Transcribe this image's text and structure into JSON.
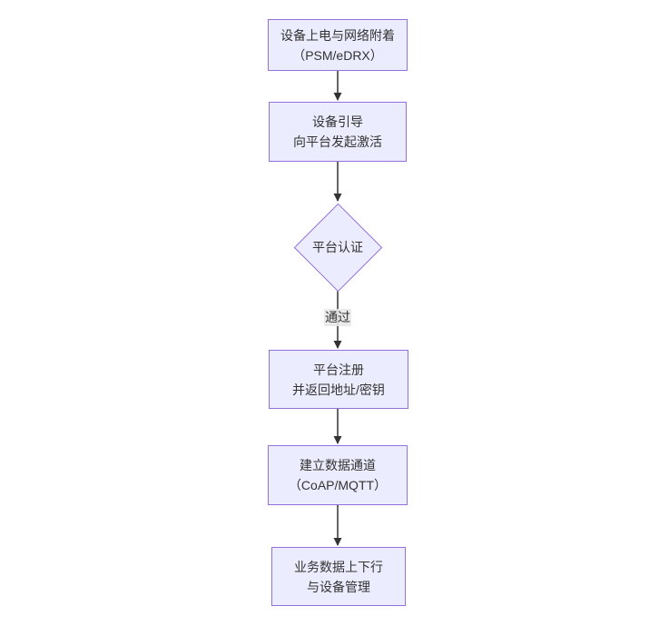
{
  "diagram": {
    "type": "flowchart-top-down",
    "colors": {
      "background": "#ffffff",
      "node_fill": "#ECECFF",
      "node_border": "#9370DB",
      "line_color": "#333333",
      "text_color": "#333333",
      "edge_label_bg": "#e8e8e8"
    },
    "nodes": [
      {
        "id": "power",
        "shape": "rect",
        "line1": "设备上电与网络附着",
        "line2": "（PSM/eDRX）"
      },
      {
        "id": "boot",
        "shape": "rect",
        "line1": "设备引导",
        "line2": "向平台发起激活"
      },
      {
        "id": "auth",
        "shape": "diamond",
        "line1": "平台认证",
        "line2": ""
      },
      {
        "id": "register",
        "shape": "rect",
        "line1": "平台注册",
        "line2": "并返回地址/密钥"
      },
      {
        "id": "channel",
        "shape": "rect",
        "line1": "建立数据通道",
        "line2": "（CoAP/MQTT）"
      },
      {
        "id": "business",
        "shape": "rect",
        "line1": "业务数据上下行",
        "line2": "与设备管理"
      }
    ],
    "edges": [
      {
        "from": "power",
        "to": "boot",
        "label": ""
      },
      {
        "from": "boot",
        "to": "auth",
        "label": ""
      },
      {
        "from": "auth",
        "to": "register",
        "label": "通过"
      },
      {
        "from": "register",
        "to": "channel",
        "label": ""
      },
      {
        "from": "channel",
        "to": "business",
        "label": ""
      }
    ]
  }
}
